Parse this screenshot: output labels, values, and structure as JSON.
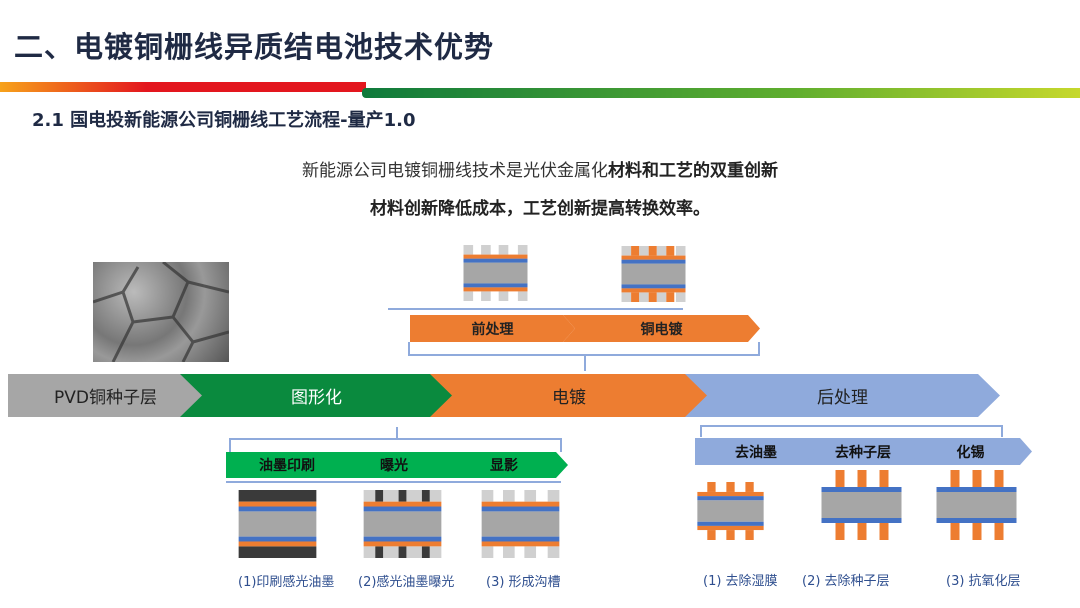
{
  "header": {
    "title": "二、电镀铜栅线异质结电池技术优势",
    "subtitle": "2.1 国电投新能源公司铜栅线工艺流程-量产1.0"
  },
  "intro": {
    "line1_normal": "新能源公司电镀铜栅线技术是光伏金属化",
    "line1_bold": "材料和工艺的双重创新",
    "line2": "材料创新降低成本，工艺创新提高转换效率。"
  },
  "colors": {
    "gray": "#a6a6a6",
    "green": "#0a8a3e",
    "orange": "#ed7d31",
    "blue": "#8faadc",
    "copper": "#ed7d31",
    "tco": "#4472c4"
  },
  "main_steps": [
    "PVD铜种子层",
    "图形化",
    "电镀",
    "后处理"
  ],
  "plating_steps": [
    "前处理",
    "铜电镀"
  ],
  "patterning_steps": [
    "油墨印刷",
    "曝光",
    "显影"
  ],
  "post_steps": [
    "去油墨",
    "去种子层",
    "化锡"
  ],
  "patterning_captions": [
    "(1)印刷感光油墨",
    "(2)感光油墨曝光",
    "(3) 形成沟槽"
  ],
  "post_captions": [
    "(1) 去除湿膜",
    "(2) 去除种子层",
    "(3) 抗氧化层"
  ]
}
